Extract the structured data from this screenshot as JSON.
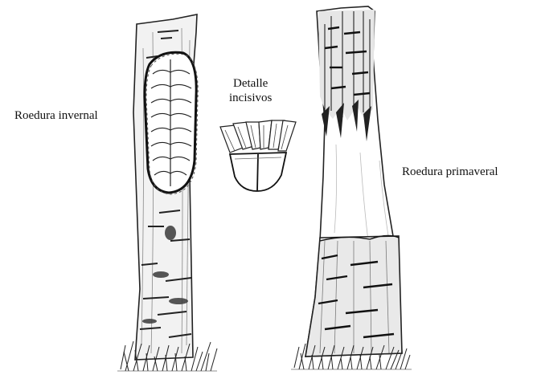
{
  "labels": {
    "winter": "Roedura invernal",
    "detail_line1": "Detalle",
    "detail_line2": "incisivos",
    "spring": "Roedura primaveral"
  }
}
